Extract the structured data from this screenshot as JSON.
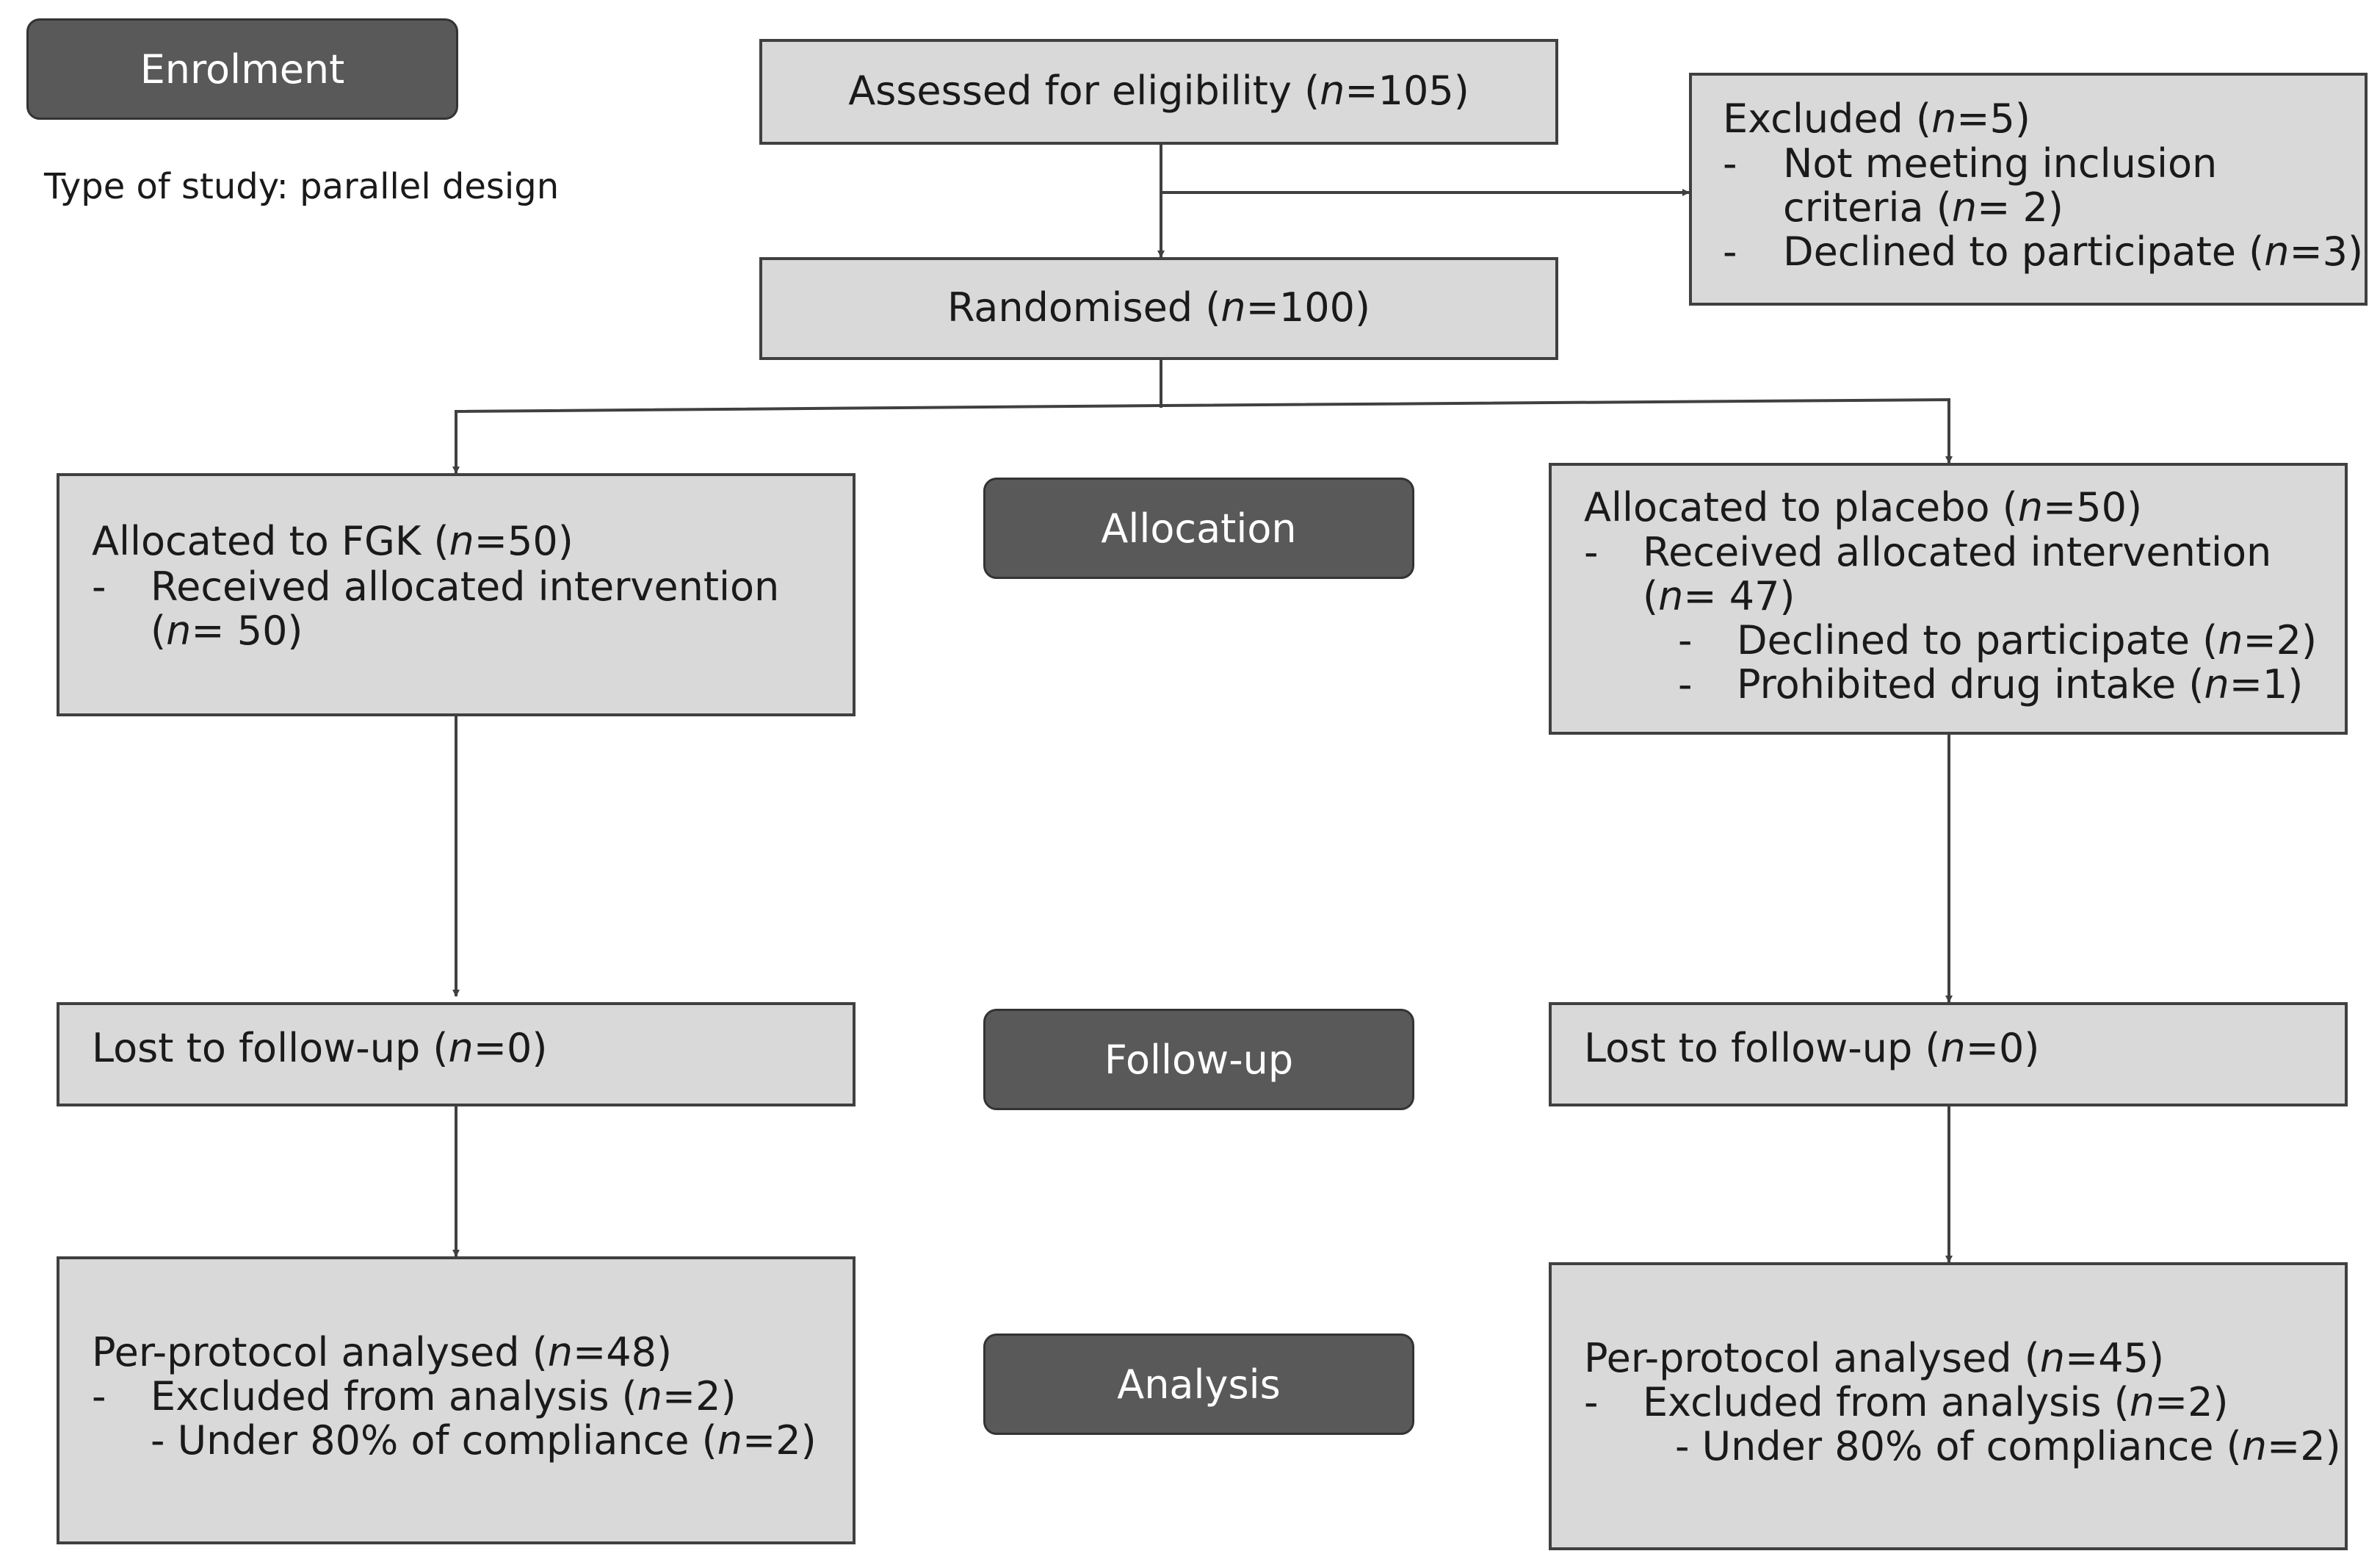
{
  "stages": {
    "enrolment": "Enrolment",
    "allocation": "Allocation",
    "follow_up": "Follow-up",
    "analysis": "Analysis"
  },
  "study_type": "Type of study: parallel design",
  "assessed": {
    "pre": "Assessed for eligibility (",
    "n": "n",
    "post": "=105)"
  },
  "excluded": {
    "title": {
      "pre": "Excluded (",
      "n": "n",
      "post": "=5)"
    },
    "bullet": "-",
    "item1_line1": "Not meeting inclusion",
    "item1_line2": {
      "pre": "criteria (",
      "n": "n",
      "post": "= 2)"
    },
    "item2": {
      "pre": "Declined to participate (",
      "n": "n",
      "post": "=3)"
    }
  },
  "randomised": {
    "pre": "Randomised (",
    "n": "n",
    "post": "=100)"
  },
  "fgk": {
    "title": {
      "pre": "Allocated to FGK (",
      "n": "n",
      "post": "=50)"
    },
    "bullet": "-",
    "item1": "Received allocated intervention",
    "item1_cont": {
      "pre": "(",
      "n": "n",
      "post": "= 50)"
    },
    "lost": {
      "pre": "Lost to follow-up (",
      "n": "n",
      "post": "=0)"
    },
    "analysed": {
      "pre": "Per-protocol analysed (",
      "n": "n",
      "post": "=48)"
    },
    "excl": {
      "pre": "Excluded from analysis (",
      "n": "n",
      "post": "=2)"
    },
    "sub": {
      "pre": "- Under 80% of compliance (",
      "n": "n",
      "post": "=2)"
    }
  },
  "placebo": {
    "title": {
      "pre": "Allocated to placebo (",
      "n": "n",
      "post": "=50)"
    },
    "bullet": "-",
    "item1": "Received allocated intervention",
    "item1_cont": {
      "pre": "(",
      "n": "n",
      "post": "= 47)"
    },
    "sub1": {
      "pre": "Declined to participate (",
      "n": "n",
      "post": "=2)"
    },
    "sub2": {
      "pre": "Prohibited drug intake (",
      "n": "n",
      "post": "=1)"
    },
    "lost": {
      "pre": "Lost to follow-up (",
      "n": "n",
      "post": "=0)"
    },
    "analysed": {
      "pre": "Per-protocol analysed (",
      "n": "n",
      "post": "=45)"
    },
    "excl": {
      "pre": "Excluded from analysis (",
      "n": "n",
      "post": "=2)"
    },
    "sub": {
      "pre": "- Under 80% of compliance (",
      "n": "n",
      "post": "=2)"
    }
  },
  "colors": {
    "box_fill": "#d9d9d9",
    "stage_fill": "#595959",
    "line": "#404040"
  }
}
